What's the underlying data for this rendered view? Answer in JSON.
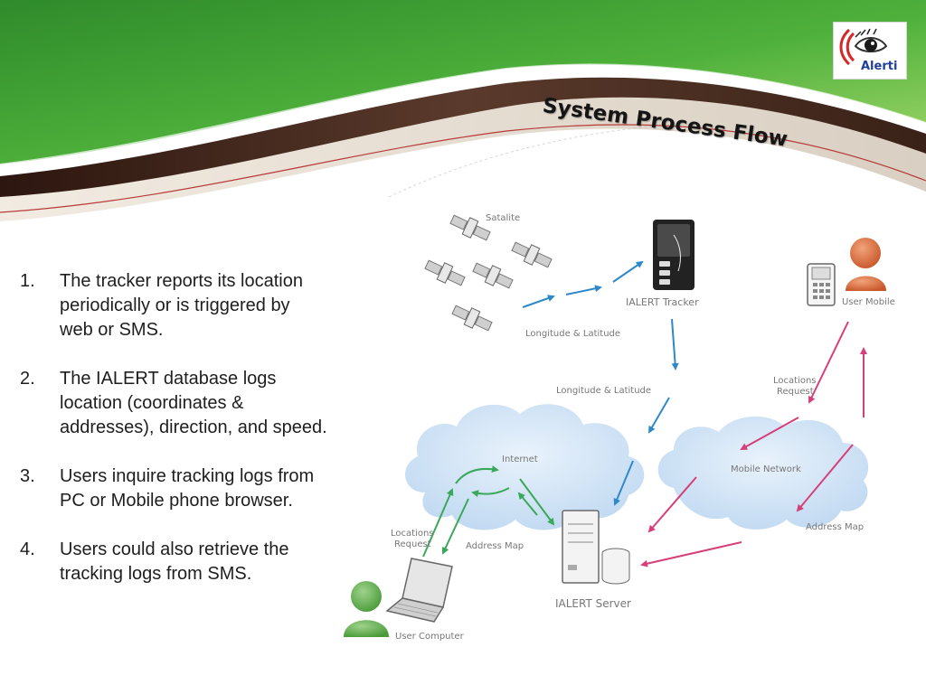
{
  "slide": {
    "title": "System Process Flow"
  },
  "logo": {
    "text": "Alerti"
  },
  "steps": [
    {
      "num": "1.",
      "text": "The tracker reports its location periodically or is triggered by web or SMS."
    },
    {
      "num": "2.",
      "text": "The IALERT database logs location (coordinates & addresses), direction, and speed."
    },
    {
      "num": "3.",
      "text": "Users inquire tracking logs from PC or Mobile phone browser."
    },
    {
      "num": "4.",
      "text": "Users could also retrieve the tracking logs from SMS."
    }
  ],
  "diagram": {
    "satellite_label": "Satalite",
    "tracker_label": "IALERT Tracker",
    "lonlat_label_1": "Longitude & Latitude",
    "lonlat_label_2": "Longitude & Latitude",
    "user_mobile_label": "User Mobile",
    "locations_request_mobile": [
      "Locations",
      "Request"
    ],
    "internet_label": "Internet",
    "mobile_network_label": "Mobile Network",
    "address_map_mobile": "Address Map",
    "locations_request_computer": [
      "Locations",
      "Request"
    ],
    "address_map_computer": "Address Map",
    "server_label": "IALERT Server",
    "user_computer_label": "User Computer"
  },
  "colors": {
    "green_band": "#4cae3a",
    "brown_band": "#4a2c22",
    "blue_arrow": "#2f89c8",
    "green_arrow": "#3aa85a",
    "pink_arrow": "#d63f7a",
    "cloud": "#c6ddf3"
  }
}
